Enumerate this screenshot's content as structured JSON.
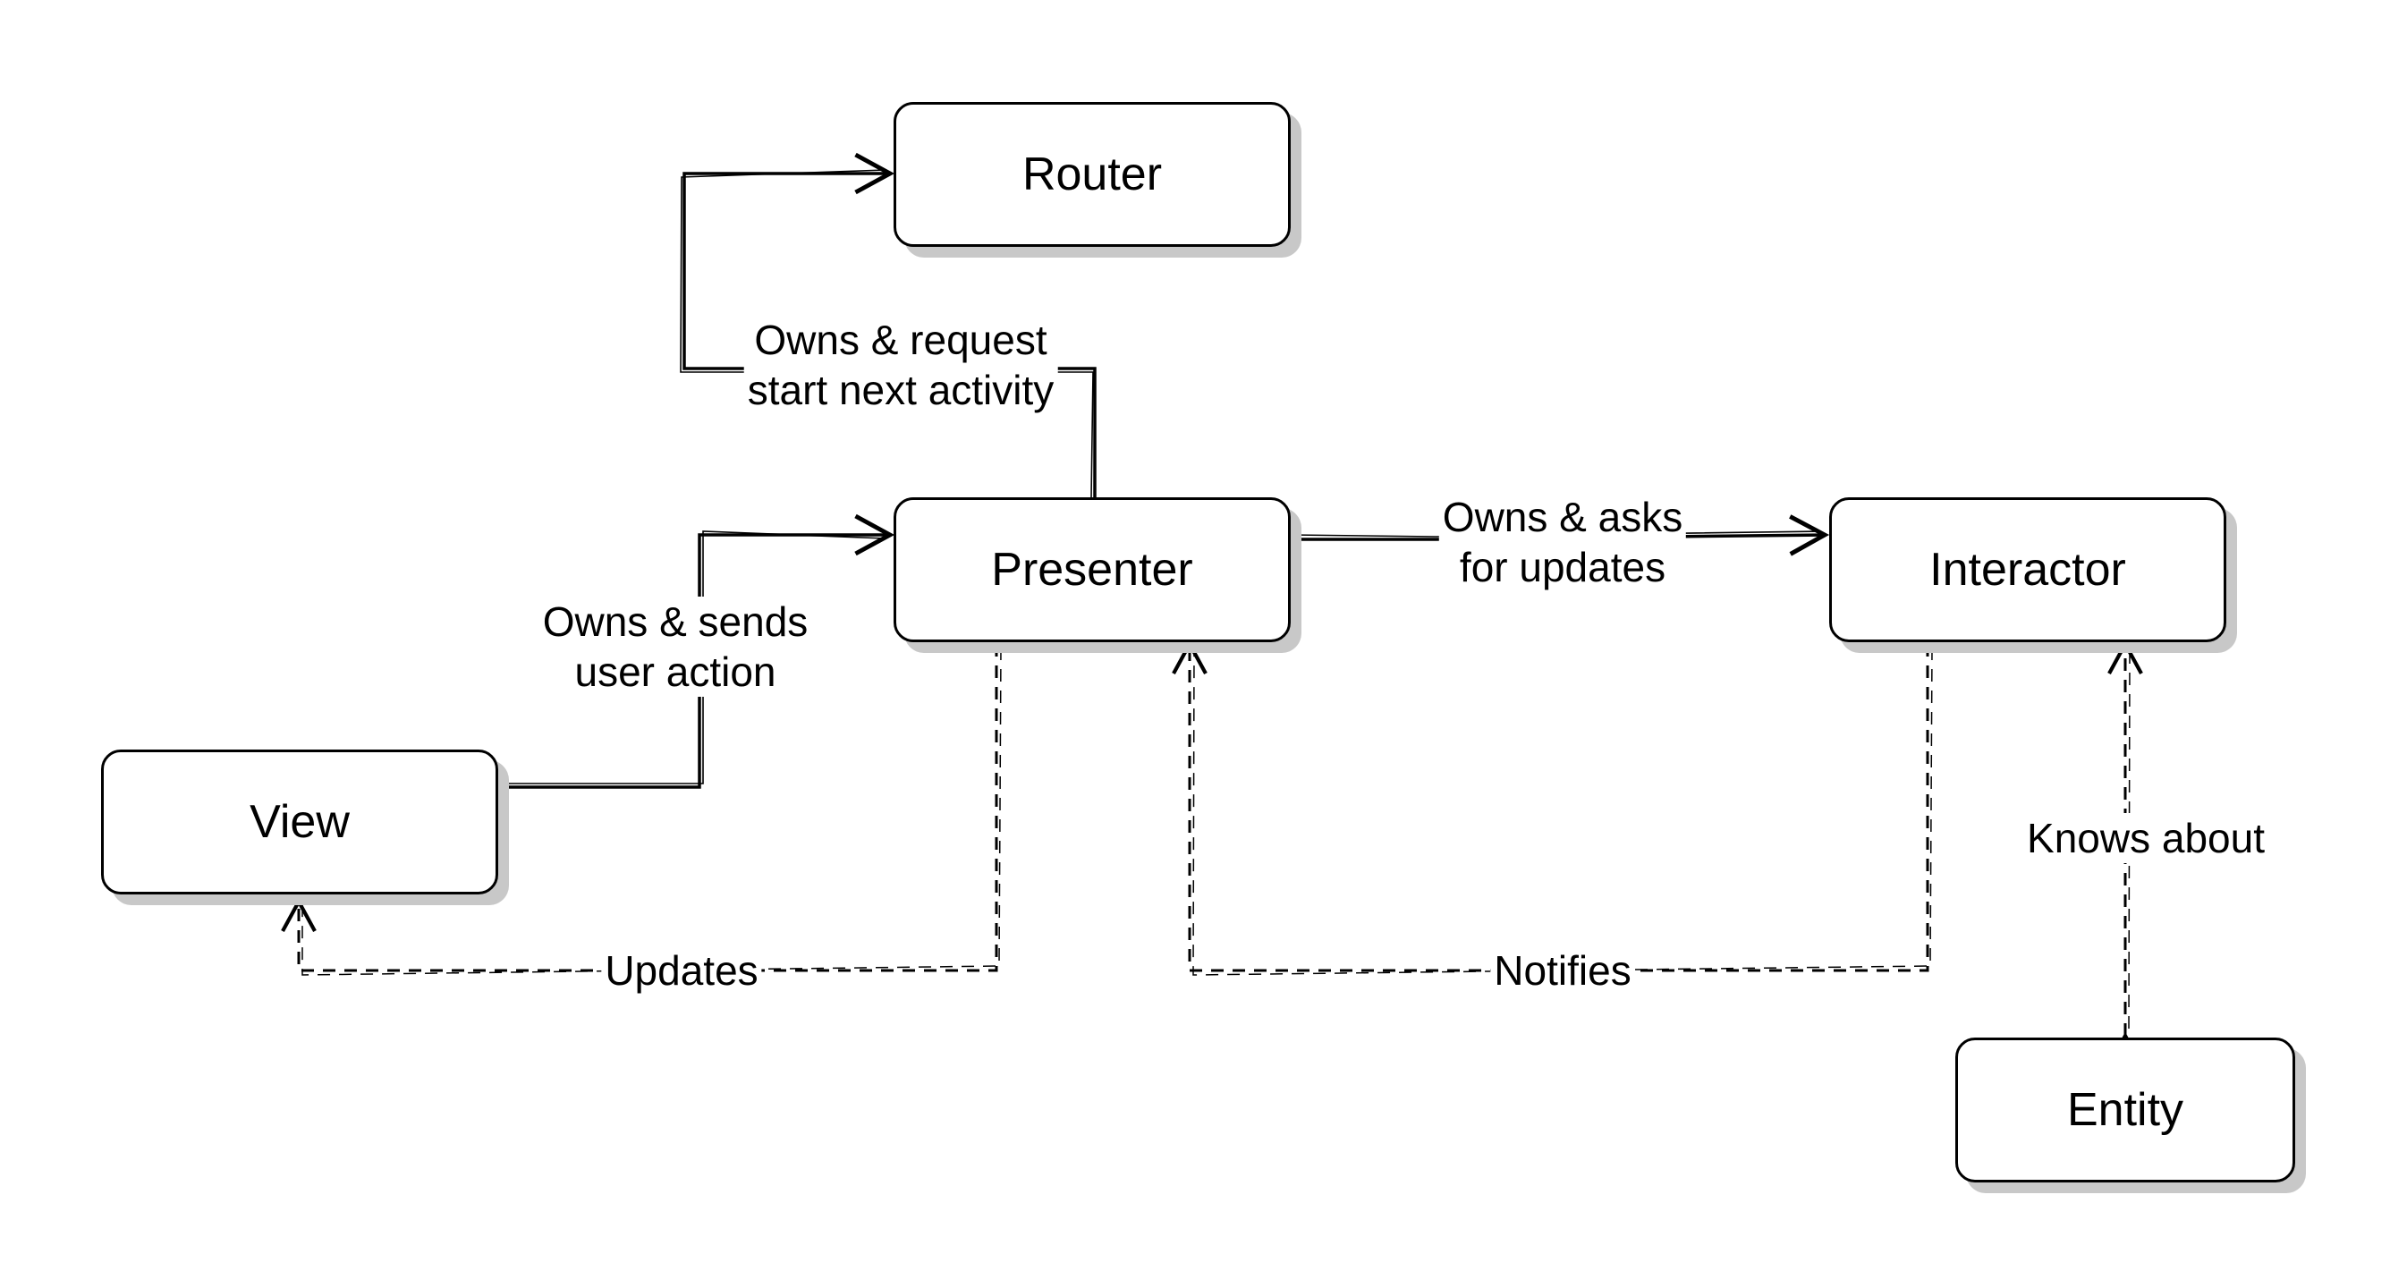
{
  "nodes": {
    "router": "Router",
    "presenter": "Presenter",
    "interactor": "Interactor",
    "view": "View",
    "entity": "Entity"
  },
  "edges": {
    "presenter_router": [
      "Owns & request",
      "start next activity"
    ],
    "view_presenter": [
      "Owns & sends",
      "user action"
    ],
    "presenter_interactor": [
      "Owns & asks",
      "for updates"
    ],
    "presenter_view": "Updates",
    "interactor_presenter": "Notifies",
    "interactor_entity": "Knows about"
  },
  "colors": {
    "stroke": "#000000",
    "shadow": "#c8c8c8",
    "background": "#ffffff"
  }
}
